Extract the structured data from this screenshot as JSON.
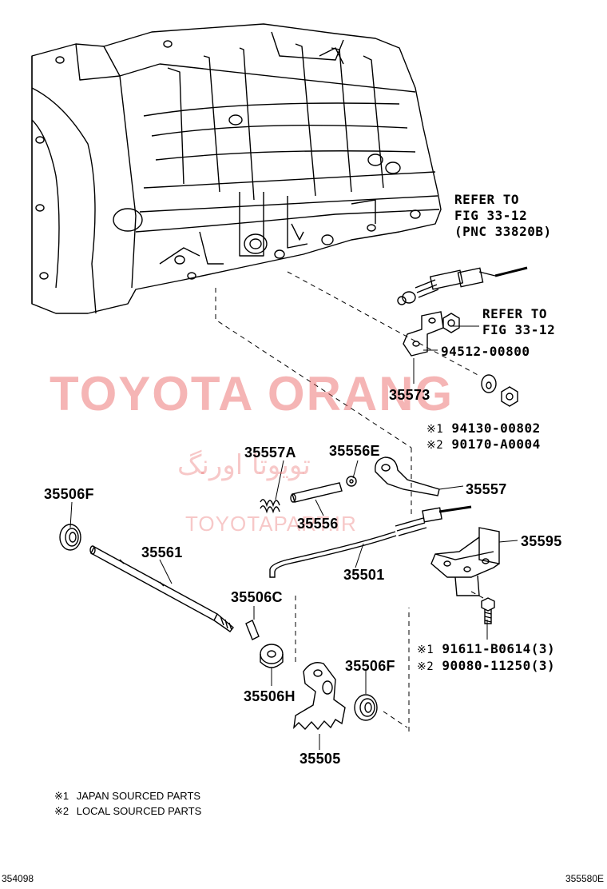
{
  "refs": {
    "fig_upper": [
      "REFER TO",
      "FIG 33-12",
      "(PNC 33820B)"
    ],
    "fig_lower": [
      "REFER TO",
      "FIG 33-12"
    ]
  },
  "parts": {
    "p94512": "94512-00800",
    "p35573": "35573",
    "p94130_mark": "※1",
    "p94130": "94130-00802",
    "p90170_mark": "※2",
    "p90170": "90170-A0004",
    "p35557A": "35557A",
    "p35556E": "35556E",
    "p35557": "35557",
    "p35506F_left": "35506F",
    "p35556": "35556",
    "p35595": "35595",
    "p35561": "35561",
    "p35501": "35501",
    "p35506C": "35506C",
    "p91611_mark": "※1",
    "p91611": "91611-B0614(3)",
    "p90080_mark": "※2",
    "p90080": "90080-11250(3)",
    "p35506F_right": "35506F",
    "p35506H": "35506H",
    "p35505": "35505"
  },
  "notes": {
    "japan_mark": "※1",
    "japan": "JAPAN SOURCED PARTS",
    "local_mark": "※2",
    "local": "LOCAL SOURCED PARTS"
  },
  "footer": {
    "left_code": "354098",
    "right_code": "355580E"
  },
  "watermark": {
    "main": "TOYOTA ORANG",
    "persian": "تویوتا اورنگ",
    "url": "TOYOTAPART.IR"
  },
  "colors": {
    "line": "#000000",
    "watermark": "#e95a5a"
  }
}
